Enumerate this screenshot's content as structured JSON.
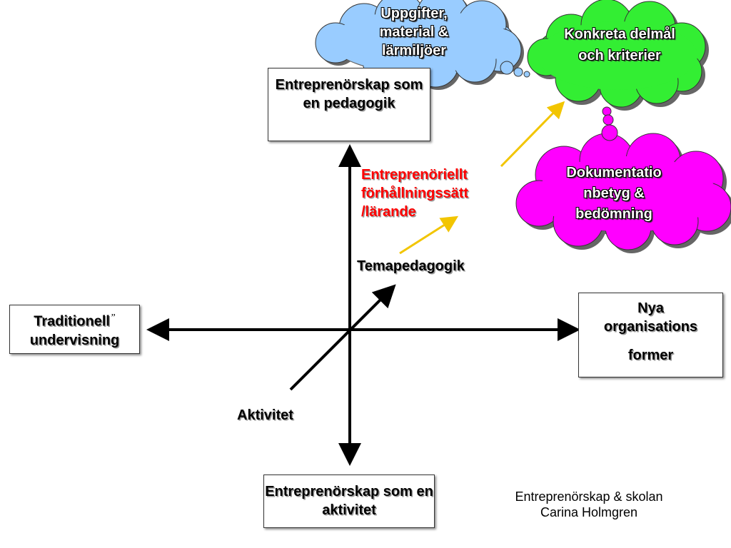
{
  "colors": {
    "axis": "#000000",
    "yellow_arrow": "#f2c500",
    "red_text": "#ff0000",
    "cloud_blue": "#99ccff",
    "cloud_green": "#33ee33",
    "cloud_magenta": "#ff00ff"
  },
  "boxes": {
    "top": "Entreprenörskap som en pedagogik",
    "bottom": "Entreprenörskap som en aktivitet",
    "left_line1": "Traditionell",
    "left_mark": "”",
    "left_line2": "undervisning",
    "right_line1": "Nya",
    "right_line2": "organisations",
    "right_line3": "former"
  },
  "labels": {
    "entrepreneurial_attitude": "Entreprenöriellt förhållningssätt /lärande",
    "theme": "Temapedagogik",
    "activity": "Aktivitet"
  },
  "clouds": {
    "tasks": "Uppgifter, material & lärmiljöer",
    "goals": "Konkreta delmål och kriterier",
    "documentation": "Dokumentatio nbetyg & bedömning"
  },
  "credit": {
    "line1": "Entreprenörskap & skolan",
    "line2": "Carina Holmgren"
  }
}
